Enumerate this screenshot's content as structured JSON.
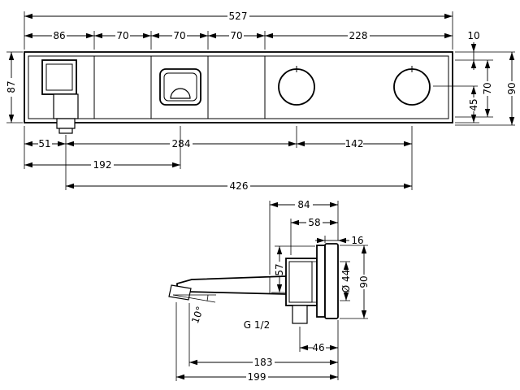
{
  "top_view": {
    "overall_width": "527",
    "module_widths": [
      "86",
      "70",
      "70",
      "70",
      "228"
    ],
    "height_left": "87",
    "top_offset": "10",
    "overall_height": "90",
    "panel_height": "70",
    "knob_to_bottom": "45",
    "spout_offset": "51",
    "spout_to_knob1": "284",
    "knob_spacing": "142",
    "left_to_selector": "192",
    "spout_to_knob2": "426"
  },
  "side_view": {
    "head_width": "84",
    "valve_depth": "58",
    "plate_thickness": "16",
    "spout_drop": "57",
    "valve_diameter": "Ø 44",
    "plate_height": "90",
    "spout_angle": "10°",
    "thread_label": "G 1/2",
    "thread_to_wall": "46",
    "spout_length": "183",
    "overall_length": "199"
  }
}
